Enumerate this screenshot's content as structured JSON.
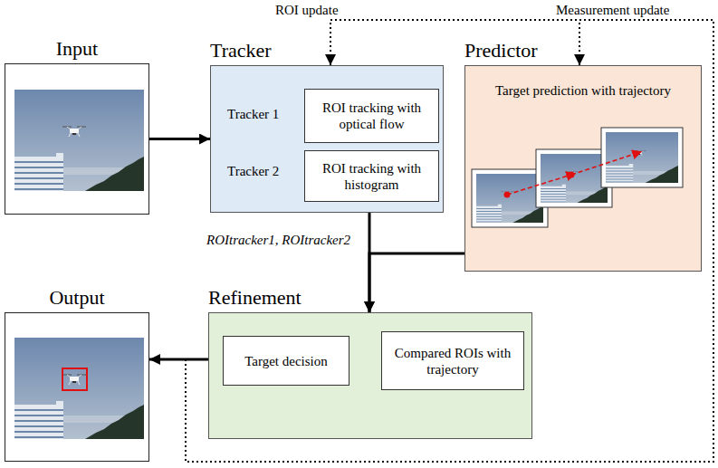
{
  "diagram": {
    "nodes": [
      {
        "text": [
          "Input"
        ]
      },
      {
        "text": [
          "Tracker",
          "Tracker 1",
          "Tracker 2"
        ]
      },
      {
        "text": [
          "ROI tracking with optical flow"
        ],
        "in": 1
      },
      {
        "text": [
          "ROI tracking with histogram"
        ],
        "in": 1
      },
      {
        "text": [
          "Predictor",
          "Target prediction with trajectory"
        ]
      },
      {
        "text": [
          "Refinement"
        ]
      },
      {
        "text": [
          "Target decision"
        ],
        "in": 5
      },
      {
        "text": [
          "Compared ROIs with trajectory"
        ],
        "in": 5
      },
      {
        "text": [
          "Output"
        ]
      }
    ],
    "edges": [
      {
        "from": 0,
        "to": 1,
        "arrow": "to"
      },
      {
        "from": 1,
        "to": 5,
        "arrow": "to"
      },
      {
        "from": 4,
        "to": 5,
        "arrow": "to"
      },
      {
        "from": 5,
        "to": 8,
        "arrow": "to"
      },
      {
        "from": 7,
        "to": 6,
        "arrow": "to"
      },
      {
        "from": 5,
        "to": 1,
        "label": "ROI update",
        "arrow": "to"
      },
      {
        "from": 5,
        "to": 4,
        "label": "Measurement update",
        "arrow": "to"
      }
    ],
    "labels": [
      "ROItracker1, ROItracker2"
    ]
  }
}
